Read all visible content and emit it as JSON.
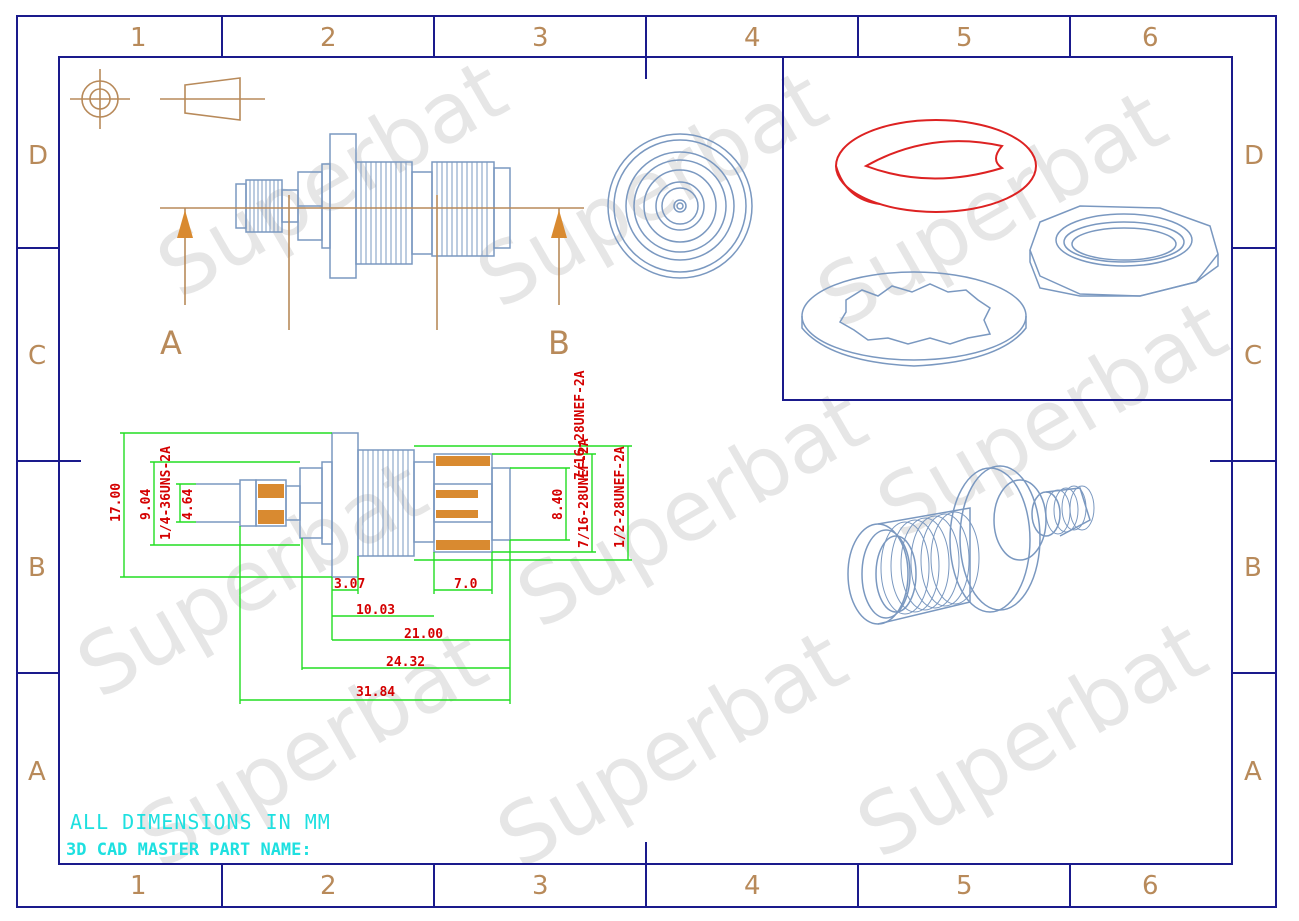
{
  "frame": {
    "columns": [
      "1",
      "2",
      "3",
      "4",
      "5",
      "6"
    ],
    "rows": [
      "D",
      "C",
      "B",
      "A"
    ]
  },
  "watermark": "Superbat",
  "side_view": {
    "section_a": "A",
    "section_b": "B"
  },
  "dimensions": {
    "d_17_00": "17.00",
    "d_9_04": "9.04",
    "d_4_64": "4.64",
    "thread_1_4": "1/4-36UNS-2A",
    "thread_7_16_top": "7/16-28UNEF-2A",
    "thread_1_2": "1/2-28UNEF-2A",
    "d_8_40": "8.40",
    "thread_7_16_side": "7/16-28UNEF-2A",
    "d_3_07": "3.07",
    "d_7_0": "7.0",
    "d_10_03": "10.03",
    "d_21_00": "21.00",
    "d_24_32": "24.32",
    "d_31_84": "31.84"
  },
  "notes": {
    "units": "ALL DIMENSIONS IN MM",
    "part_name": "3D CAD MASTER PART NAME:"
  },
  "colors": {
    "frame": "#1a1a8c",
    "part": "#7a98c0",
    "dimension_line": "#22dd22",
    "dimension_text": "#d40000",
    "hatch": "#d98a30",
    "gasket": "#dd2222",
    "note": "#1ee0e0",
    "label": "#b88a5a"
  }
}
